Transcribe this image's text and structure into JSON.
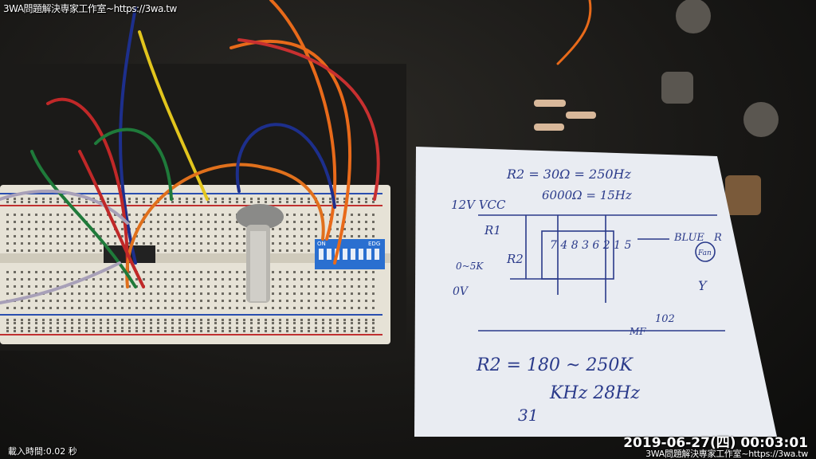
{
  "overlay": {
    "watermark_top": "3WA問題解決専家工作室~https://3wa.tw",
    "load_time": "載入時間:0.02 秒",
    "timestamp": "2019-06-27(四) 00:03:01",
    "watermark_bottom": "3WA問題解決専家工作室~https://3wa.tw"
  },
  "photo": {
    "dip_switch_label": "ON",
    "dip_switch_brand": "EDG",
    "paper_notes": {
      "vcc": "12V VCC",
      "r1": "R1",
      "r2": "R2",
      "pin_numbers": "7 4 8 3 6 2 1 5",
      "range": "0~5K",
      "ground": "0V",
      "blue": "BLUE",
      "red": "R",
      "fan": "Fan",
      "yellow": "Y",
      "cap": "MF",
      "cap2": "102",
      "r2_range": "R2 = 180 ~ 250K",
      "freq": "KHz  28Hz",
      "num": "31",
      "top_line": "R2 = 30Ω = 250Hz",
      "second_line": "6000Ω = 15Hz"
    }
  }
}
